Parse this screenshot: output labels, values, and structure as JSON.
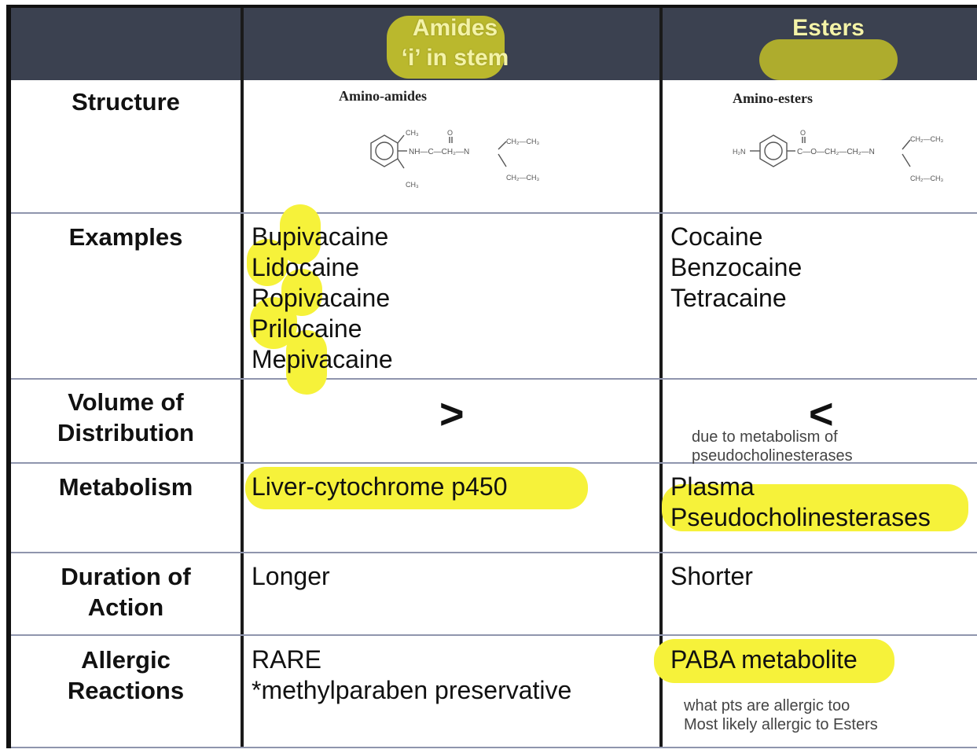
{
  "header": {
    "amides_line1": "Amides",
    "amides_line2": "‘i’ in stem",
    "esters": "Esters"
  },
  "rows": {
    "structure": {
      "label": "Structure",
      "amides_title": "Amino-amides",
      "esters_title": "Amino-esters"
    },
    "examples": {
      "label": "Examples",
      "amides": [
        "Bupivacaine",
        "Lidocaine",
        "Ropivacaine",
        "Prilocaine",
        "Mepivacaine"
      ],
      "esters": [
        "Cocaine",
        "Benzocaine",
        "Tetracaine"
      ]
    },
    "volume": {
      "label_line1": "Volume of",
      "label_line2": "Distribution",
      "amides": ">",
      "esters": "<",
      "esters_note_line1": "due to metabolism of",
      "esters_note_line2": "pseudocholinesterases"
    },
    "metabolism": {
      "label": "Metabolism",
      "amides": "Liver-cytochrome p450",
      "esters_line1": "Plasma",
      "esters_line2": "Pseudocholinesterases"
    },
    "duration": {
      "label_line1": "Duration of",
      "label_line2": "Action",
      "amides": "Longer",
      "esters": "Shorter"
    },
    "allergic": {
      "label_line1": "Allergic",
      "label_line2": "Reactions",
      "amides_line1": "RARE",
      "amides_line2": "*methylparaben preservative",
      "esters": "PABA metabolite",
      "esters_note_line1": "what pts are allergic too",
      "esters_note_line2": "Most likely allergic to Esters"
    }
  },
  "chem": {
    "amide": {
      "ch3_top": "CH₃",
      "ch3_bottom": "CH₃",
      "o": "O",
      "chain": "NH—C—CH₂—N",
      "ethyl_top": "CH₂—CH₃",
      "ethyl_bottom": "CH₂—CH₃"
    },
    "ester": {
      "h2n": "H₂N",
      "o": "O",
      "chain": "C—O—CH₂—CH₂—N",
      "ethyl_top": "CH₂—CH₃",
      "ethyl_bottom": "CH₂—CH₃"
    }
  },
  "colors": {
    "header_bg": "#3b4150",
    "highlight": "#f6f23a",
    "header_text": "#f4f3a8",
    "grid_line": "#8f95ad"
  }
}
